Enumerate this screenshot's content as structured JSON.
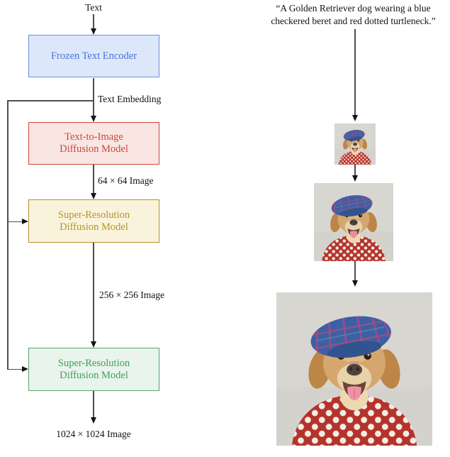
{
  "pipeline": {
    "input_label": "Text",
    "encoder_label": "Frozen Text Encoder",
    "embedding_label": "Text Embedding",
    "t2i_line1": "Text-to-Image",
    "t2i_line2": "Diffusion Model",
    "image64_label": "64 × 64 Image",
    "sr1_line1": "Super-Resolution",
    "sr1_line2": "Diffusion Model",
    "image256_label": "256 × 256 Image",
    "sr2_line1": "Super-Resolution",
    "sr2_line2": "Diffusion Model",
    "image1024_label": "1024 × 1024 Image"
  },
  "example": {
    "prompt_line1": "“A Golden Retriever dog wearing a blue",
    "prompt_line2": "checkered beret and red dotted turtleneck.”",
    "images": [
      {
        "name": "sample-image-small",
        "alt": "Golden Retriever wearing blue checkered beret and red dotted turtleneck (low resolution)"
      },
      {
        "name": "sample-image-medium",
        "alt": "Golden Retriever wearing blue checkered beret and red dotted turtleneck (medium resolution)"
      },
      {
        "name": "sample-image-large",
        "alt": "Golden Retriever wearing blue checkered beret and red dotted turtleneck (high resolution)"
      }
    ]
  },
  "colors": {
    "encoder_border": "#6d8fe3",
    "encoder_fill": "#dce7fa",
    "encoder_text": "#4a74d9",
    "t2i_border": "#c9473c",
    "t2i_fill": "#f9e6e2",
    "t2i_text": "#c9473c",
    "sr64_border": "#b2922f",
    "sr64_fill": "#faf3dc",
    "sr64_text": "#b3932b",
    "sr256_border": "#57a46b",
    "sr256_fill": "#e9f4ec",
    "sr256_text": "#3fa057",
    "edge_line": "#4d4d4d",
    "arrowhead": "#141414"
  }
}
